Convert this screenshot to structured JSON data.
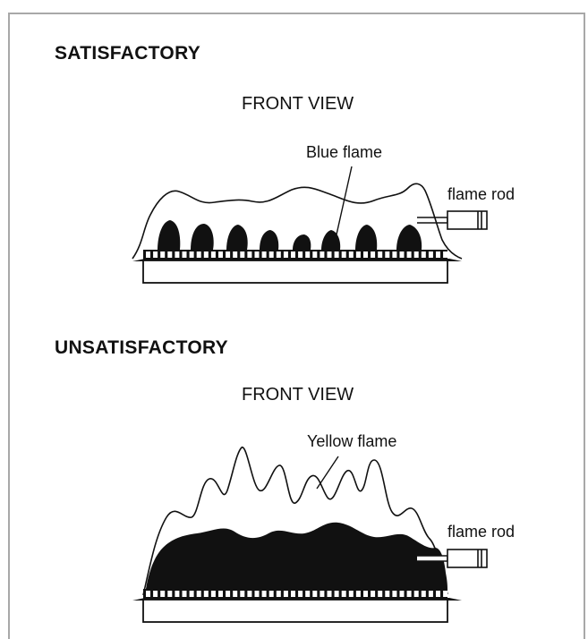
{
  "satisfactory": {
    "heading": "SATISFACTORY",
    "view": "FRONT VIEW",
    "flame_label": "Blue flame",
    "rod_label": "flame rod"
  },
  "unsatisfactory": {
    "heading": "UNSATISFACTORY",
    "view": "FRONT VIEW",
    "flame_label": "Yellow flame",
    "rod_label": "flame rod"
  },
  "colors": {
    "ink": "#111111",
    "border": "#a8a8a8",
    "background": "#ffffff"
  }
}
